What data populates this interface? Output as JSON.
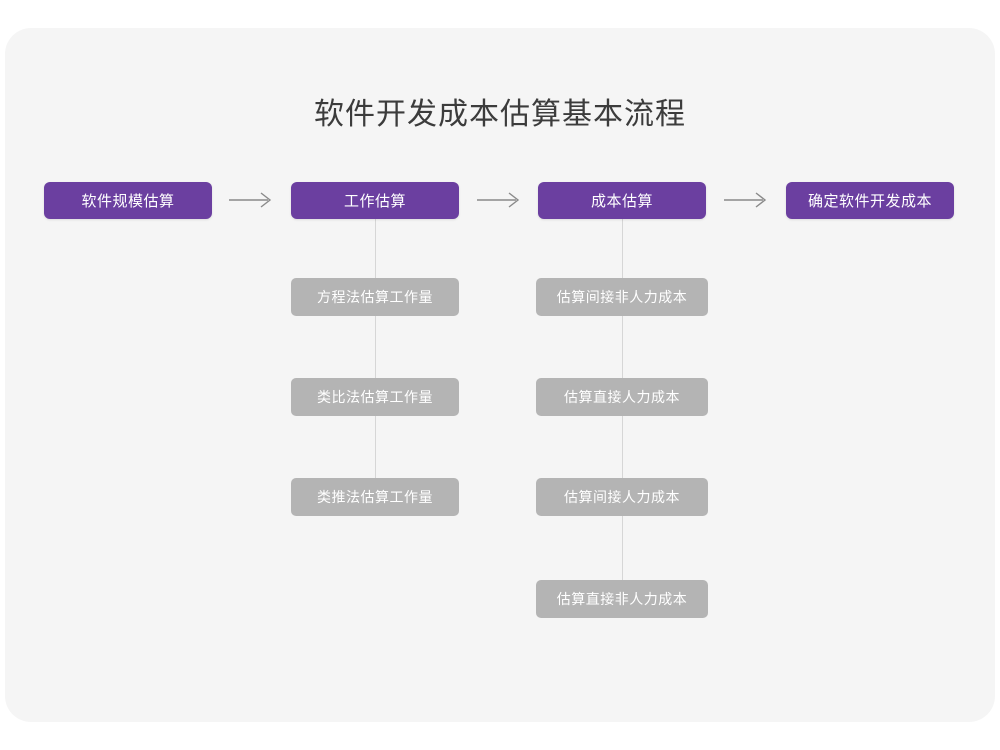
{
  "diagram": {
    "title": "软件开发成本估算基本流程",
    "colors": {
      "page_background": "#ffffff",
      "card_background": "#f5f5f5",
      "primary_node": "#6b3fa0",
      "secondary_node": "#b4b4b4",
      "node_text": "#ffffff",
      "title_text": "#3c3c3c",
      "connector": "#d6d6d6",
      "arrow": "#8a8a8a"
    },
    "main_flow": [
      {
        "id": "step1",
        "label": "软件规模估算"
      },
      {
        "id": "step2",
        "label": "工作估算"
      },
      {
        "id": "step3",
        "label": "成本估算"
      },
      {
        "id": "step4",
        "label": "确定软件开发成本"
      }
    ],
    "arrows": [
      {
        "id": "arrow-1",
        "glyph": "arrow-right-icon"
      },
      {
        "id": "arrow-2",
        "glyph": "arrow-right-icon"
      },
      {
        "id": "arrow-3",
        "glyph": "arrow-right-icon"
      }
    ],
    "branch_effort": {
      "parent": "工作估算",
      "items": [
        {
          "label": "方程法估算工作量"
        },
        {
          "label": "类比法估算工作量"
        },
        {
          "label": "类推法估算工作量"
        }
      ]
    },
    "branch_cost": {
      "parent": "成本估算",
      "items": [
        {
          "label": "估算间接非人力成本"
        },
        {
          "label": "估算直接人力成本"
        },
        {
          "label": "估算间接人力成本"
        },
        {
          "label": "估算直接非人力成本"
        }
      ]
    }
  }
}
